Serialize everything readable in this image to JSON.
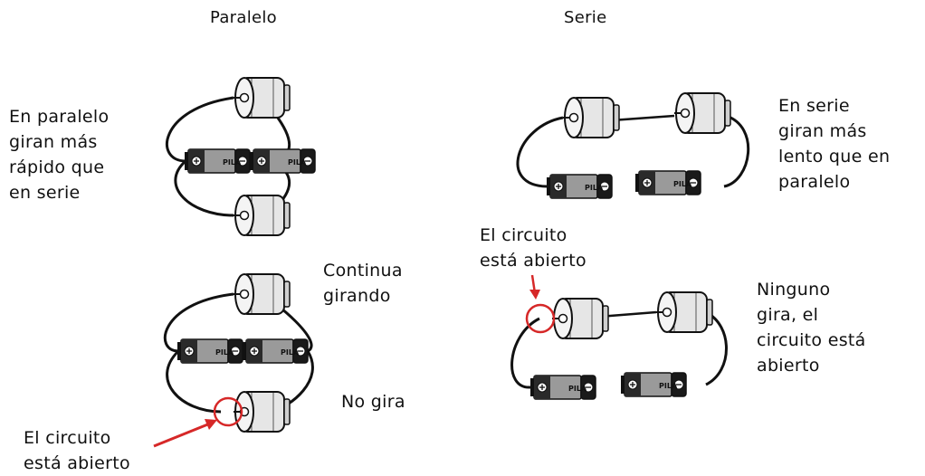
{
  "titles": {
    "parallel": "Paralelo",
    "series": "Serie"
  },
  "battery_label": "PILA",
  "battery_symbols": {
    "plus": "⊕",
    "minus": "⊖"
  },
  "annotations": {
    "parallel_faster": "En paralelo\ngiran más\nrápido que\nen serie",
    "series_slower": "En serie\ngiran más\nlento que en\nparalelo",
    "keeps_spinning": "Continua\ngirando",
    "not_spinning": "No gira",
    "open_circuit_left": "El circuito\nestá abierto",
    "open_circuit_right": "El circuito\nestá abierto",
    "none_spinning": "Ninguno\ngira, el\ncircuito está\nabierto"
  },
  "colors": {
    "highlight": "#d62828",
    "wire": "#111111",
    "motor_body": "#dedede",
    "battery_dark": "#222222",
    "battery_gray": "#9a9a9a"
  }
}
